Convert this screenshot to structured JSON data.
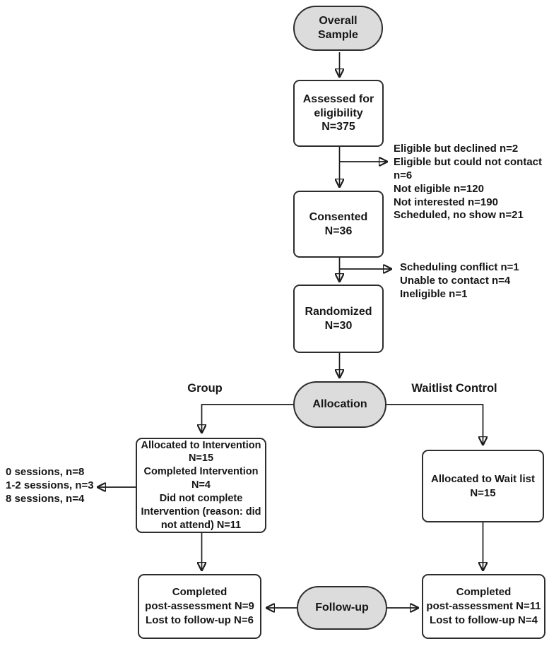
{
  "diagram": {
    "type": "consort-flowchart",
    "colors": {
      "stadium_fill": "#dcdcdc",
      "box_fill": "#ffffff",
      "border": "#2d2d2d",
      "line": "#1c1c1c",
      "text": "#161616",
      "background": "#ffffff"
    },
    "nodes": {
      "overall_sample": {
        "label": "Overall\nSample"
      },
      "assessed": {
        "label": "Assessed for\neligibility\nN=375"
      },
      "consented": {
        "label": "Consented\nN=36"
      },
      "randomized": {
        "label": "Randomized\nN=30"
      },
      "allocation": {
        "label": "Allocation"
      },
      "intervention": {
        "label": "Allocated to Intervention\nN=15\nCompleted Intervention\nN=4\nDid not complete\nIntervention (reason: did\nnot attend) N=11"
      },
      "waitlist": {
        "label": "Allocated to Wait list\nN=15"
      },
      "followup": {
        "label": "Follow-up"
      },
      "post_assessment_left": {
        "label": "Completed\npost-assessment N=9\nLost to follow-up N=6"
      },
      "post_assessment_right": {
        "label": "Completed\npost-assessment N=11\nLost to follow-up N=4"
      }
    },
    "branch_labels": {
      "left": "Group",
      "right": "Waitlist Control"
    },
    "annotations": {
      "eligibility_exclusions": "Eligible but declined n=2\nEligible but could not contact n=6\nNot eligible n=120\nNot interested n=190\nScheduled, no show n=21",
      "consent_exclusions": "Scheduling conflict n=1\nUnable to contact  n=4\nIneligible n=1",
      "session_counts": "0 sessions, n=8\n1-2 sessions, n=3\n8 sessions, n=4"
    }
  }
}
